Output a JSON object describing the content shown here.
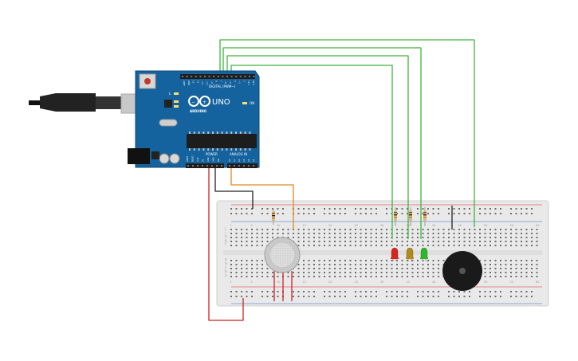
{
  "board": {
    "logo_text": "UNO",
    "brand_text": "ARDUINO",
    "digital_label": "DIGITAL (PWM~)",
    "analog_label": "ANALOG IN",
    "power_label": "POWER",
    "led_l_label": "L",
    "led_tx_label": "TX",
    "led_rx_label": "RX",
    "on_label": "ON",
    "digital_pins": [
      "AREF",
      "GND",
      "13",
      "12",
      "~11",
      "~10",
      "~9",
      "8",
      "7",
      "~6",
      "~5",
      "4",
      "~3",
      "2",
      "TX 1",
      "RX 0"
    ],
    "power_pins": [
      "IOREF",
      "RESET",
      "3.3V",
      "5V",
      "GND",
      "GND",
      "VIN"
    ],
    "analog_pins": [
      "A0",
      "A1",
      "A2",
      "A3",
      "A4",
      "A5"
    ]
  },
  "components": {
    "leds": [
      {
        "color_name": "red",
        "color": "#d9261c"
      },
      {
        "color_name": "yellow",
        "color": "#b48a1e"
      },
      {
        "color_name": "green",
        "color": "#2bb82b"
      }
    ],
    "buzzer_color": "#1a1a1a",
    "sensor_color": "#d8d8d8"
  },
  "wires": {
    "signal_color": "#3fb53f",
    "power_color": "#cc2222",
    "ground_color": "#222222",
    "analog_color": "#e08a1e"
  },
  "breadboard": {
    "row_numbers": [
      "1",
      "5",
      "10",
      "15",
      "20",
      "25",
      "30",
      "35",
      "40",
      "45",
      "50",
      "55",
      "60"
    ],
    "row_letters_top": [
      "j",
      "i",
      "h",
      "g",
      "f"
    ],
    "row_letters_bottom": [
      "e",
      "d",
      "c",
      "b",
      "a"
    ]
  }
}
